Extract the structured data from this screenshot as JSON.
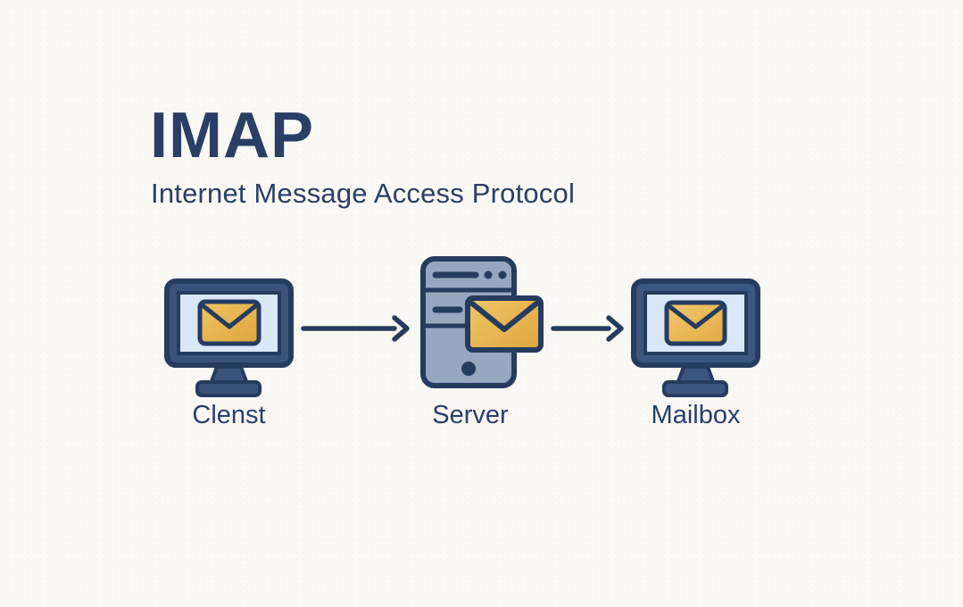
{
  "page": {
    "background": "#faf8f4"
  },
  "header": {
    "title": "IMAP",
    "subtitle": "Internet Message Access Protocol"
  },
  "diagram": {
    "nodes": [
      {
        "id": "client",
        "label": "Clenst",
        "icon": "monitor-envelope-icon"
      },
      {
        "id": "server",
        "label": "Server",
        "icon": "server-envelope-icon"
      },
      {
        "id": "mailbox",
        "label": "Mailbox",
        "icon": "monitor-envelope-icon"
      }
    ],
    "arrows": [
      {
        "from": "client",
        "to": "server",
        "direction": "right"
      },
      {
        "from": "server",
        "to": "mailbox",
        "direction": "right"
      }
    ]
  },
  "colors": {
    "navy_outline": "#263c5f",
    "text": "#2a3f66",
    "monitor_frame": "#3b5379",
    "screen_fill": "#d9e7f6",
    "envelope_light": "#efc464",
    "envelope_dark": "#dfa53e",
    "server_body": "#96a7c0",
    "background": "#faf8f4"
  }
}
